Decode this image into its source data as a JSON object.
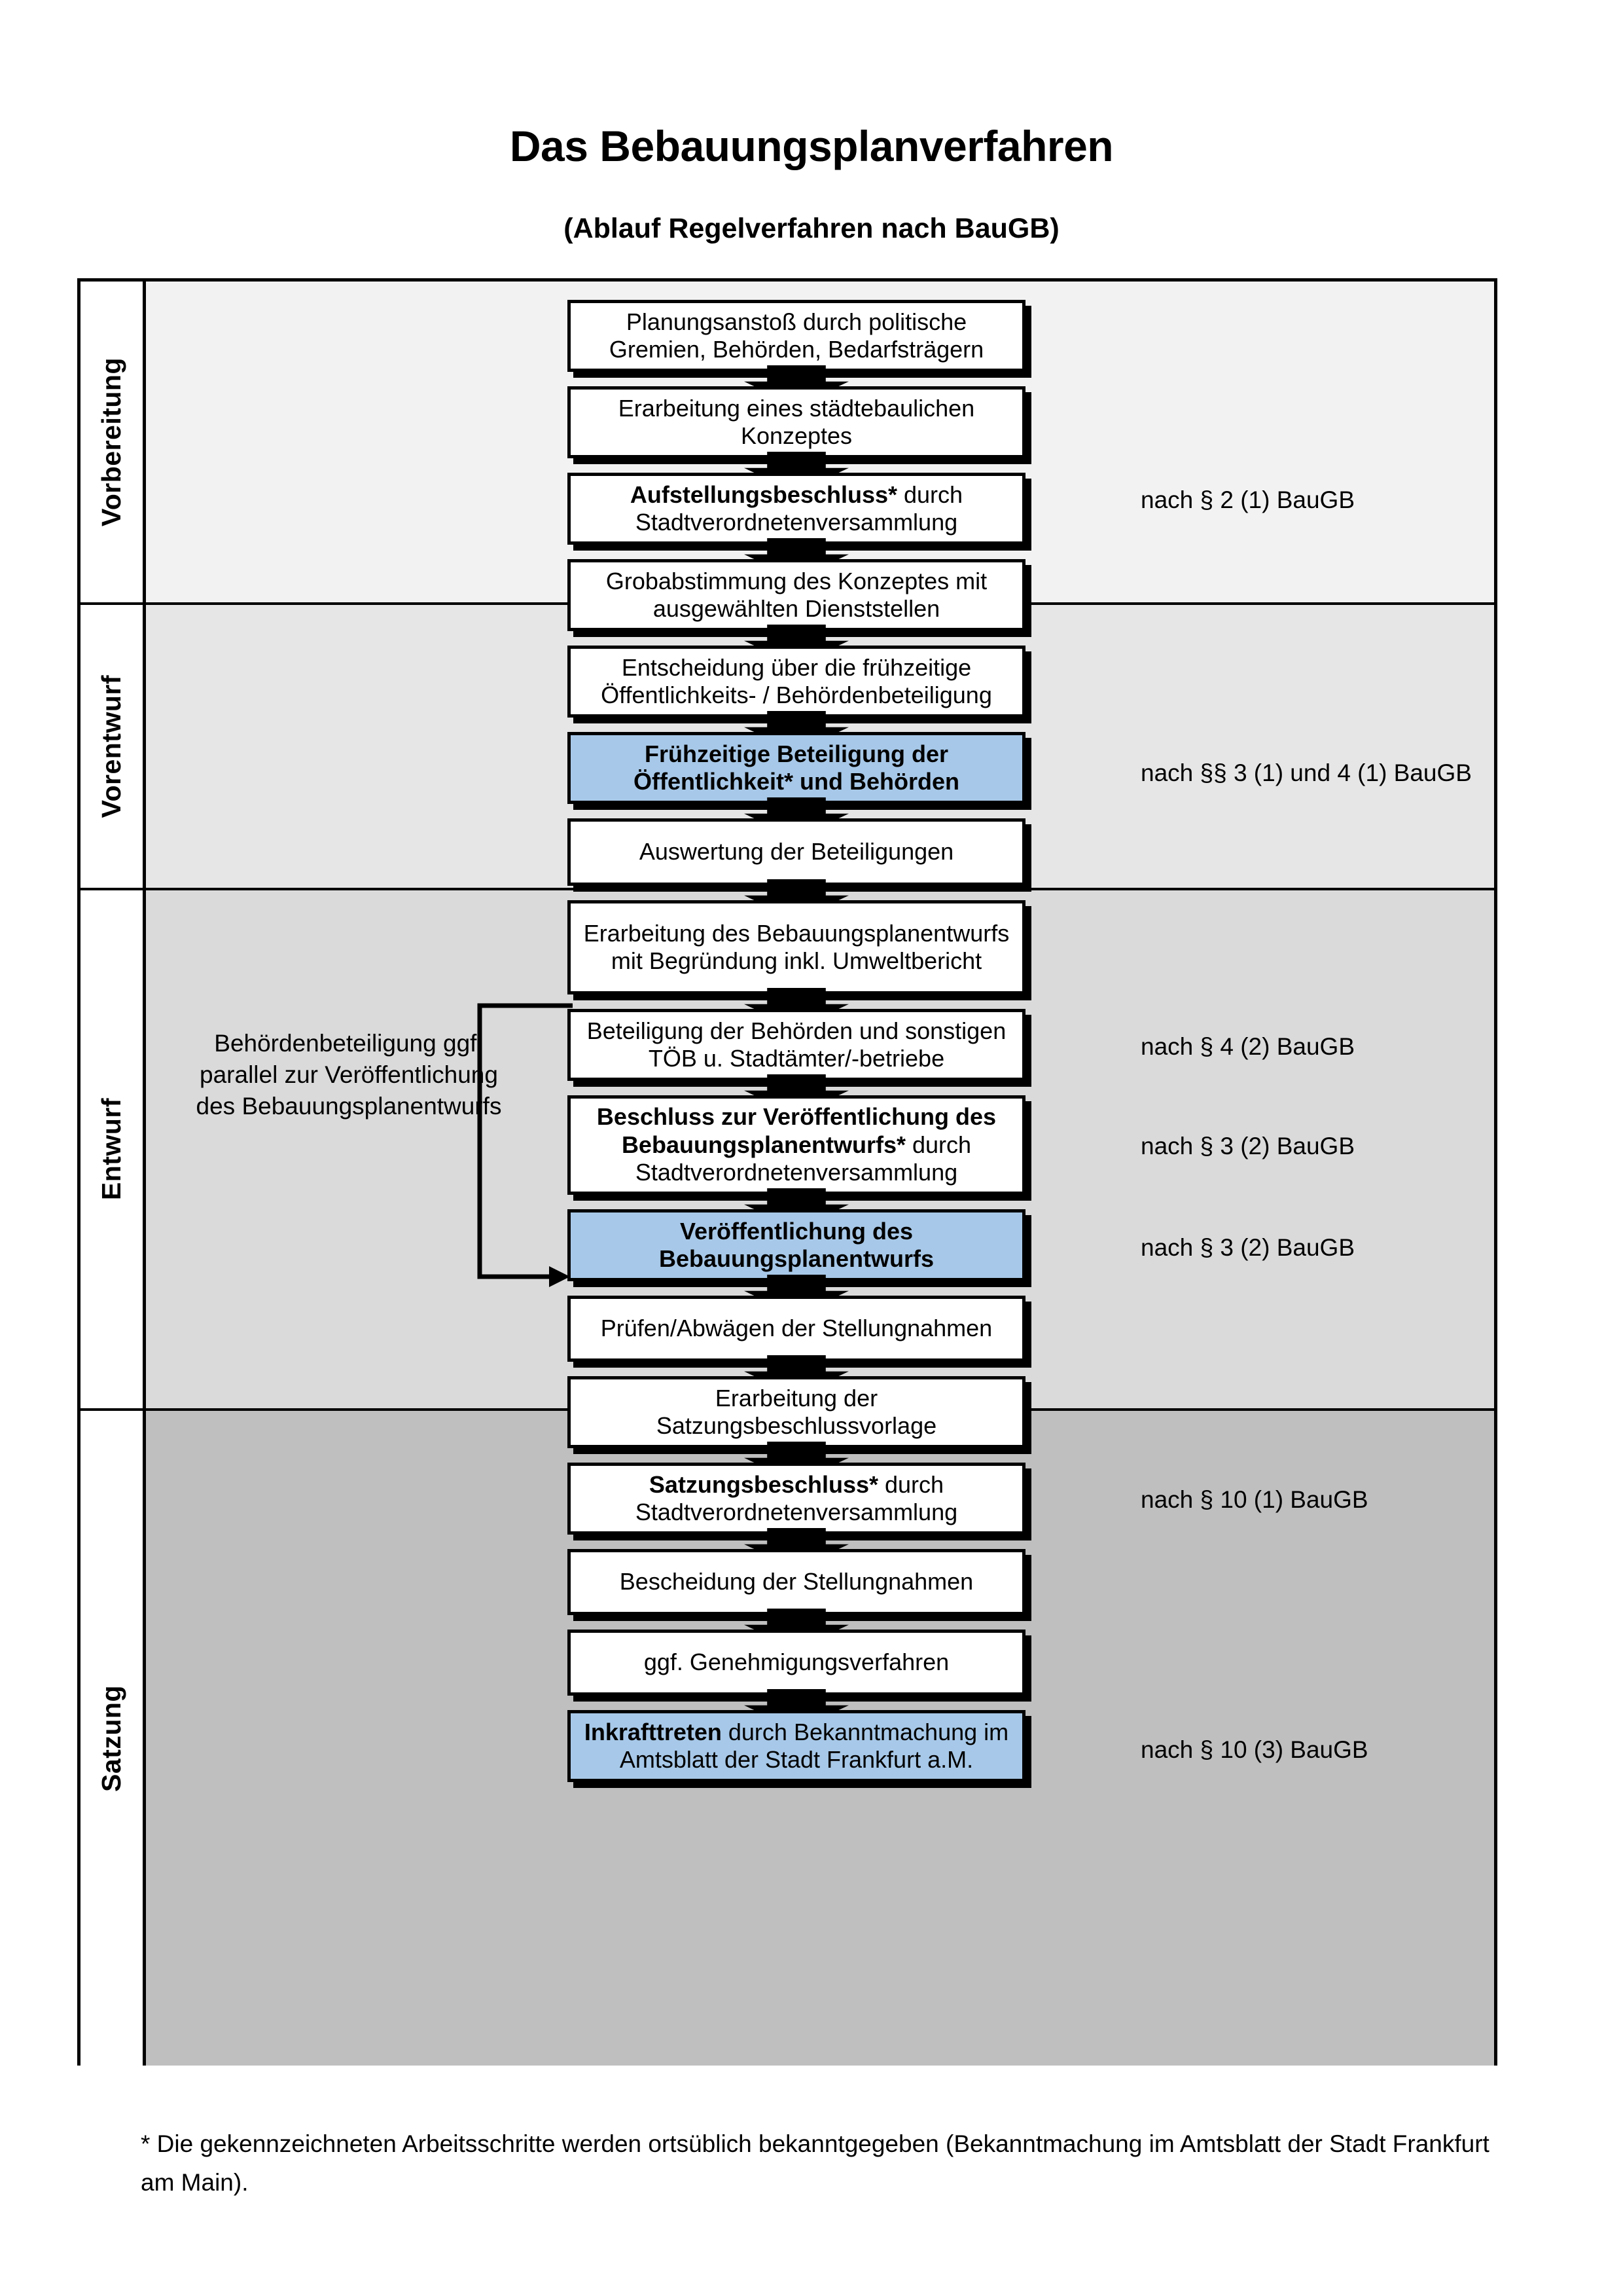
{
  "title": "Das Bebauungsplanverfahren",
  "subtitle": "(Ablauf Regelverfahren nach BauGB)",
  "colors": {
    "highlight_blue": "#A7C8E8",
    "phase_vorbereitung": "#F2F2F2",
    "phase_vorentwurf": "#E6E6E6",
    "phase_entwurf": "#DADADA",
    "phase_satzung": "#BFBFBF",
    "border": "#000000"
  },
  "phases": [
    {
      "label": "Vorbereitung"
    },
    {
      "label": "Vorentwurf"
    },
    {
      "label": "Entwurf"
    },
    {
      "label": "Satzung"
    }
  ],
  "steps": [
    {
      "id": "planungsanstoss",
      "text": "Planungsanstoß durch politische Gremien, Behörden, Bedarfsträgern",
      "bold_prefix": "",
      "highlight": false
    },
    {
      "id": "staedtebauliches-konzept",
      "text": "Erarbeitung eines städtebaulichen Konzeptes",
      "bold_prefix": "",
      "highlight": false
    },
    {
      "id": "aufstellungsbeschluss",
      "text": " durch Stadtverordnetenversammlung",
      "bold_prefix": "Aufstellungsbeschluss*",
      "highlight": false
    },
    {
      "id": "grobabstimmung",
      "text": "Grobabstimmung des Konzeptes mit ausgewählten Dienststellen",
      "bold_prefix": "",
      "highlight": false
    },
    {
      "id": "entscheidung-fruehzeitige-beteiligung",
      "text": "Entscheidung über die frühzeitige Öffentlichkeits- / Behördenbeteiligung",
      "bold_prefix": "",
      "highlight": false
    },
    {
      "id": "fruehzeitige-beteiligung",
      "text": "",
      "bold_prefix": "Frühzeitige Beteiligung der Öffentlichkeit* und Behörden",
      "highlight": true
    },
    {
      "id": "auswertung-beteiligungen",
      "text": "Auswertung der Beteiligungen",
      "bold_prefix": "",
      "highlight": false
    },
    {
      "id": "erarbeitung-bebauungsplanentwurf",
      "text": "Erarbeitung des Bebauungsplanentwurfs mit Begründung inkl. Umweltbericht",
      "bold_prefix": "",
      "highlight": false
    },
    {
      "id": "beteiligung-behoerden-toeb",
      "text": "Beteiligung der Behörden und sonstigen TÖB u. Stadtämter/-betriebe",
      "bold_prefix": "",
      "highlight": false
    },
    {
      "id": "beschluss-veroeffentlichung",
      "text": " durch Stadtverordnetenversammlung",
      "bold_prefix": "Beschluss zur Veröffentlichung des Bebauungsplanentwurfs*",
      "highlight": false
    },
    {
      "id": "veroeffentlichung-entwurf",
      "text": "",
      "bold_prefix": "Veröffentlichung des Bebauungsplanentwurfs",
      "highlight": true
    },
    {
      "id": "pruefen-abwaegen",
      "text": "Prüfen/Abwägen der Stellungnahmen",
      "bold_prefix": "",
      "highlight": false
    },
    {
      "id": "erarbeitung-satzungsbeschlussvorlage",
      "text": "Erarbeitung der Satzungsbeschlussvorlage",
      "bold_prefix": "",
      "highlight": false
    },
    {
      "id": "satzungsbeschluss",
      "text": " durch Stadtverordnetenversammlung",
      "bold_prefix": "Satzungsbeschluss*",
      "highlight": false
    },
    {
      "id": "bescheidung-stellungnahmen",
      "text": "Bescheidung der Stellungnahmen",
      "bold_prefix": "",
      "highlight": false
    },
    {
      "id": "genehmigungsverfahren",
      "text": "ggf. Genehmigungsverfahren",
      "bold_prefix": "",
      "highlight": false
    },
    {
      "id": "inkrafttreten",
      "text": " durch Bekanntmachung im Amtsblatt der Stadt Frankfurt a.M.",
      "bold_prefix": "Inkrafttreten",
      "highlight": true
    }
  ],
  "legal_notes": [
    {
      "id": "note-par2-1",
      "text": "nach § 2 (1) BauGB"
    },
    {
      "id": "note-par3-1-4-1",
      "text": "nach §§ 3 (1) und 4 (1) BauGB"
    },
    {
      "id": "note-par4-2",
      "text": "nach § 4 (2) BauGB"
    },
    {
      "id": "note-par3-2-a",
      "text": "nach § 3 (2) BauGB"
    },
    {
      "id": "note-par3-2-b",
      "text": "nach § 3 (2) BauGB"
    },
    {
      "id": "note-par10-1",
      "text": "nach § 10 (1) BauGB"
    },
    {
      "id": "note-par10-3",
      "text": "nach § 10 (3) BauGB"
    }
  ],
  "side_note": "Behördenbeteiligung ggf. parallel zur Veröffentlichung des Bebauungsplanentwurfs",
  "footnote": "* Die gekennzeichneten Arbeitsschritte werden ortsüblich bekanntgegeben (Bekanntmachung im Amtsblatt  der Stadt Frankfurt am Main)."
}
